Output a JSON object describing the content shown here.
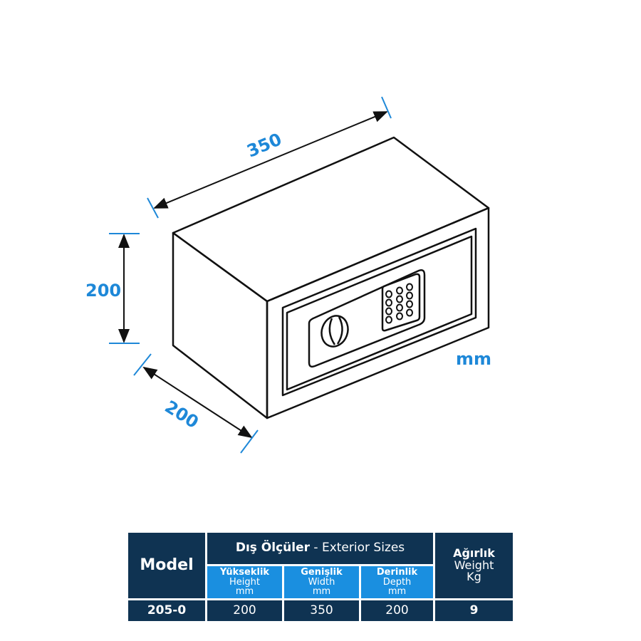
{
  "diagram": {
    "width_label": "350",
    "height_label": "200",
    "depth_label": "200",
    "unit_label": "mm",
    "colors": {
      "accent": "#1e88d8",
      "table_dark": "#0f3352",
      "table_blue": "#1a8fe0"
    }
  },
  "table": {
    "model_header": "Model",
    "sizes_header_tr": "Dış Ölçüler",
    "sizes_header_sep": " - ",
    "sizes_header_en": "Exterior Sizes",
    "weight_header_tr": "Ağırlık",
    "weight_header_en": "Weight",
    "weight_unit": "Kg",
    "columns": [
      {
        "tr": "Yükseklik",
        "en": "Height",
        "unit": "mm"
      },
      {
        "tr": "Genişlik",
        "en": "Width",
        "unit": "mm"
      },
      {
        "tr": "Derinlik",
        "en": "Depth",
        "unit": "mm"
      }
    ],
    "row": {
      "model": "205-0",
      "height": "200",
      "width": "350",
      "depth": "200",
      "weight": "9"
    }
  }
}
